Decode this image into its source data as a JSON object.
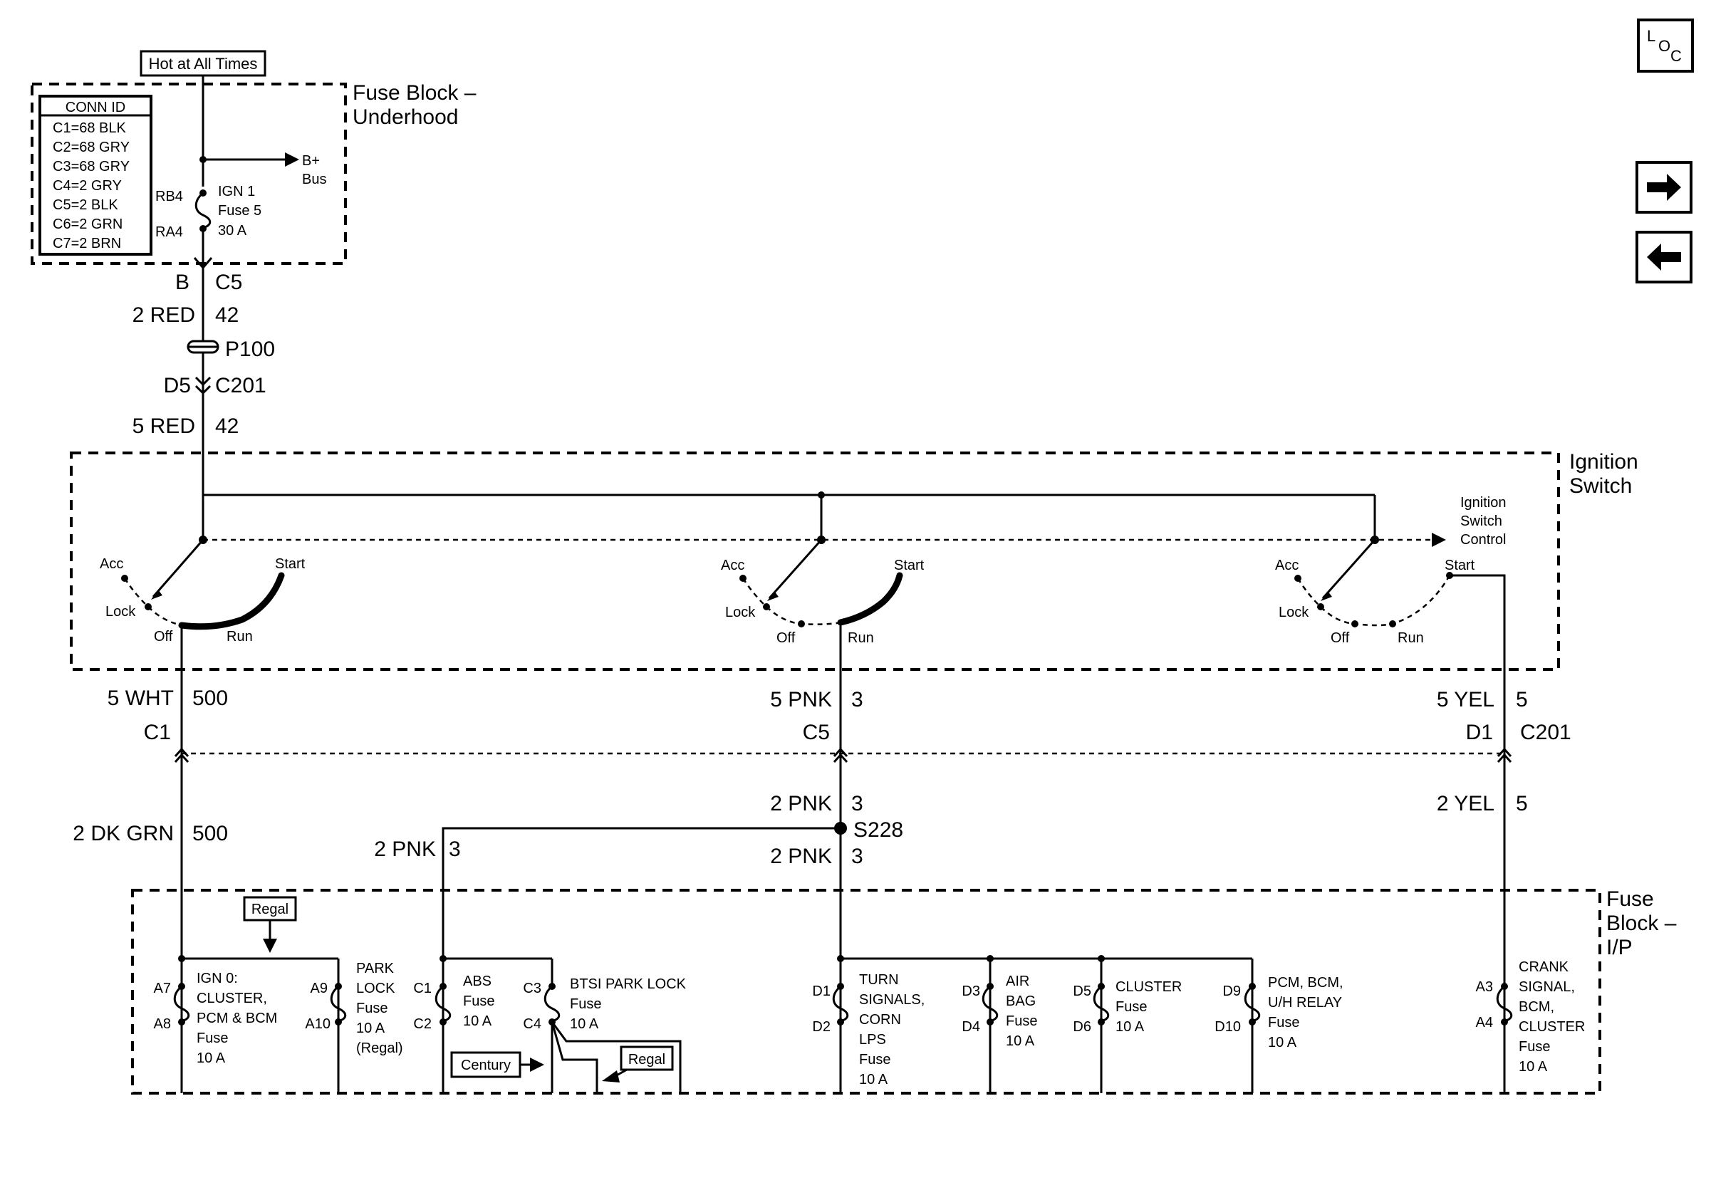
{
  "nav": {
    "loc_l": "L",
    "loc_o": "O",
    "loc_c": "C"
  },
  "underhood": {
    "hot_label": "Hot at All Times",
    "title_line1": "Fuse Block –",
    "title_line2": "Underhood",
    "conn_title": "CONN ID",
    "conn_items": [
      "C1=68 BLK",
      "C2=68 GRY",
      "C3=68 GRY",
      "C4=2 GRY",
      "C5=2 BLK",
      "C6=2 GRN",
      "C7=2 BRN"
    ],
    "bplus": "B+",
    "bus": "Bus",
    "rb4": "RB4",
    "ra4": "RA4",
    "fuse_line1": "IGN 1",
    "fuse_line2": "Fuse 5",
    "fuse_line3": "30 A"
  },
  "feed": {
    "b": "B",
    "c5": "C5",
    "w1_color": "2 RED",
    "w1_num": "42",
    "p100": "P100",
    "d5": "D5",
    "c201": "C201",
    "w2_color": "5 RED",
    "w2_num": "42"
  },
  "ignition": {
    "title_line1": "Ignition",
    "title_line2": "Switch",
    "ctrl_line1": "Ignition",
    "ctrl_line2": "Switch",
    "ctrl_line3": "Control",
    "acc": "Acc",
    "lock": "Lock",
    "off": "Off",
    "run": "Run",
    "start": "Start"
  },
  "wires": {
    "left_color": "5 WHT",
    "left_num": "500",
    "left_conn": "C1",
    "mid_color": "5 PNK",
    "mid_num": "3",
    "mid_conn": "C5",
    "right_color": "5 YEL",
    "right_num": "5",
    "right_conn": "D1",
    "right_c201": "C201",
    "left_lower_color": "2 DK GRN",
    "left_lower_num": "500",
    "mid_upper_color": "2 PNK",
    "mid_upper_num": "3",
    "splice": "S228",
    "mid_lower_color": "2 PNK",
    "mid_lower_num": "3",
    "branch_color": "2 PNK",
    "branch_num": "3",
    "right_lower_color": "2 YEL",
    "right_lower_num": "5"
  },
  "ip": {
    "title_line1": "Fuse",
    "title_line2": "Block –",
    "title_line3": "I/P",
    "regal": "Regal",
    "century": "Century",
    "ign0": {
      "top": "A7",
      "bot": "A8",
      "lines": [
        "IGN 0:",
        "CLUSTER,",
        "PCM & BCM",
        "Fuse",
        "10 A"
      ]
    },
    "park": {
      "top": "A9",
      "bot": "A10",
      "lines": [
        "PARK",
        "LOCK",
        "Fuse",
        "10 A",
        "(Regal)"
      ]
    },
    "abs": {
      "top": "C1",
      "bot": "C2",
      "lines": [
        "ABS",
        "Fuse",
        "10 A"
      ]
    },
    "btsi": {
      "top": "C3",
      "bot": "C4",
      "lines": [
        "BTSI PARK LOCK",
        "Fuse",
        "10 A"
      ]
    },
    "turn": {
      "top": "D1",
      "bot": "D2",
      "lines": [
        "TURN",
        "SIGNALS,",
        "CORN",
        "LPS",
        "Fuse",
        "10 A"
      ]
    },
    "air": {
      "top": "D3",
      "bot": "D4",
      "lines": [
        "AIR",
        "BAG",
        "Fuse",
        "10 A"
      ]
    },
    "cluster": {
      "top": "D5",
      "bot": "D6",
      "lines": [
        "CLUSTER",
        "Fuse",
        "10 A"
      ]
    },
    "pcm": {
      "top": "D9",
      "bot": "D10",
      "lines": [
        "PCM, BCM,",
        "U/H RELAY",
        "Fuse",
        "10 A"
      ]
    },
    "crank": {
      "top": "A3",
      "bot": "A4",
      "lines": [
        "CRANK",
        "SIGNAL,",
        "BCM,",
        "CLUSTER",
        "Fuse",
        "10 A"
      ]
    }
  }
}
